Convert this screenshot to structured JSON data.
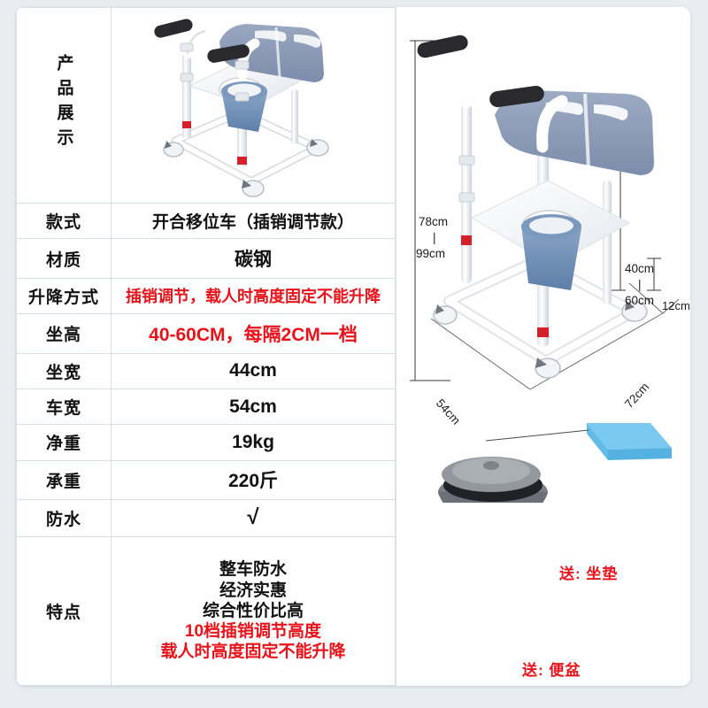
{
  "product_showcase": {
    "vertical_label": "产品展示"
  },
  "spec_table": {
    "rows": [
      {
        "label": "款式",
        "value": "开合移位车（插销调节款）",
        "red": false
      },
      {
        "label": "材质",
        "value": "碳钢",
        "red": false
      },
      {
        "label": "升降方式",
        "value": "插销调节，载人时高度固定不能升降",
        "red": true
      },
      {
        "label": "坐高",
        "value": "40-60CM，每隔2CM一档",
        "red": true
      },
      {
        "label": "坐宽",
        "value": "44cm",
        "red": false
      },
      {
        "label": "车宽",
        "value": "54cm",
        "red": false
      },
      {
        "label": "净重",
        "value": "19kg",
        "red": false
      },
      {
        "label": "承重",
        "value": "220斤",
        "red": false
      },
      {
        "label": "防水",
        "value": "√",
        "red": false
      }
    ],
    "features": {
      "label": "特点",
      "lines": [
        {
          "text": "整车防水",
          "red": false
        },
        {
          "text": "经济实惠",
          "red": false
        },
        {
          "text": "综合性价比高",
          "red": false
        },
        {
          "text": "10档插销调节高度",
          "red": true
        },
        {
          "text": "载人时高度固定不能升降",
          "red": true
        }
      ]
    }
  },
  "diagram": {
    "dimensions": {
      "height_top": "78cm",
      "height_divider": "|",
      "height_bottom": "99cm",
      "seat_top": "40cm",
      "seat_divider": "|",
      "seat_bottom": "60cm",
      "clearance": "12cm",
      "depth": "54cm",
      "length": "72cm"
    }
  },
  "gifts": [
    {
      "label": "送: 坐垫"
    },
    {
      "label": "送: 便盆"
    }
  ],
  "colors": {
    "accent_red": "#e8121a",
    "frame_white": "#ffffff",
    "pad_blue": "#8d9bb5",
    "bucket_blue": "#6d8db3",
    "cushion_blue": "#6ec3ee",
    "grip_black": "#2a2a2e",
    "collar_red": "#d42028",
    "page_bg": "#e9edf2"
  }
}
